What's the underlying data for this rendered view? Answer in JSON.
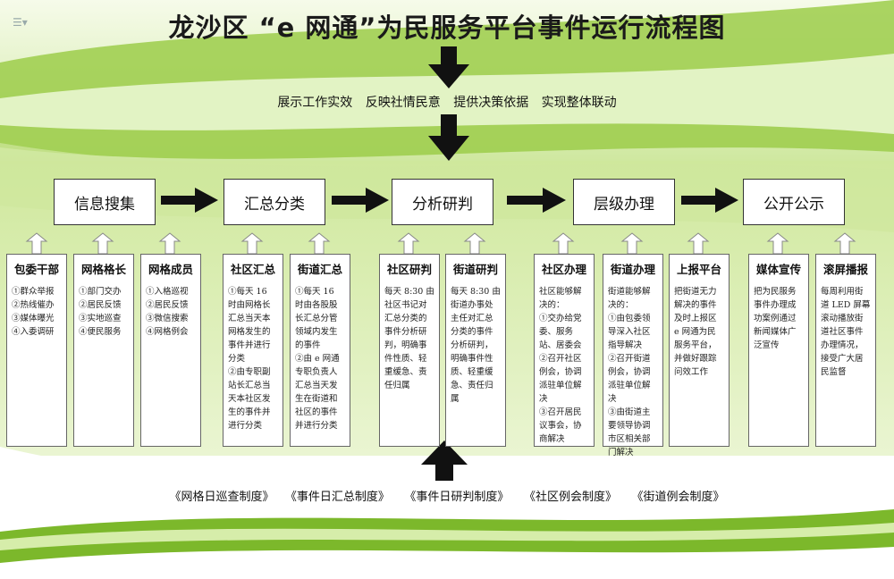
{
  "title": "龙沙区 “e 网通”为民服务平台事件运行流程图",
  "tagline": "展示工作实效  反映社情民意  提供决策依据  实现整体联动",
  "stages": [
    "信息搜集",
    "汇总分类",
    "分析研判",
    "层级办理",
    "公开公示"
  ],
  "cards": [
    {
      "title": "包委干部",
      "body": "①群众举报\n②热线催办\n③媒体曝光\n④入委调研"
    },
    {
      "title": "网格格长",
      "body": "①部门交办\n②居民反馈\n③实地巡查\n④便民服务"
    },
    {
      "title": "网格成员",
      "body": "①入格巡视\n②居民反馈\n③微信搜索\n④网格例会"
    },
    {
      "title": "社区汇总",
      "body": "①每天 16 时由网格长汇总当天本网格发生的事件并进行分类\n②由专职副站长汇总当天本社区发生的事件并进行分类"
    },
    {
      "title": "街道汇总",
      "body": "①每天 16 时由各股股长汇总分管领域内发生的事件\n②由 e 网通专职负责人汇总当天发生在街道和社区的事件并进行分类"
    },
    {
      "title": "社区研判",
      "body": "每天 8:30 由社区书记对汇总分类的事件分析研判，明确事件性质、轻重缓急、责任归属"
    },
    {
      "title": "街道研判",
      "body": "每天 8:30 由街道办事处主任对汇总分类的事件分析研判，明确事件性质、轻重缓急、责任归属"
    },
    {
      "title": "社区办理",
      "body": "社区能够解决的：\n①交办给党委、服务站、居委会\n②召开社区例会，协调派驻单位解决\n③召开居民议事会，协商解决"
    },
    {
      "title": "街道办理",
      "body": "街道能够解决的：\n①由包委领导深入社区指导解决\n②召开街道例会，协调派驻单位解决\n③由街道主要领导协调市区相关部门解决"
    },
    {
      "title": "上报平台",
      "body": "把街道无力解决的事件及时上报区 e 网通为民服务平台，并做好跟踪问效工作"
    },
    {
      "title": "媒体宣传",
      "body": "把为民服务事件办理成功案例通过新闻媒体广泛宣传"
    },
    {
      "title": "滚屏播报",
      "body": "每周利用街道 LED 屏幕滚动播放街道社区事件办理情况，接受广大居民监督"
    }
  ],
  "rules": [
    "《网格日巡查制度》",
    "《事件日汇总制度》",
    "《事件日研判制度》",
    "《社区例会制度》",
    "《街道例会制度》"
  ],
  "colors": {
    "green_light": "#dff0b8",
    "green_band": "#a6d153",
    "green_dark": "#6cab1f",
    "arrow": "#111111"
  }
}
